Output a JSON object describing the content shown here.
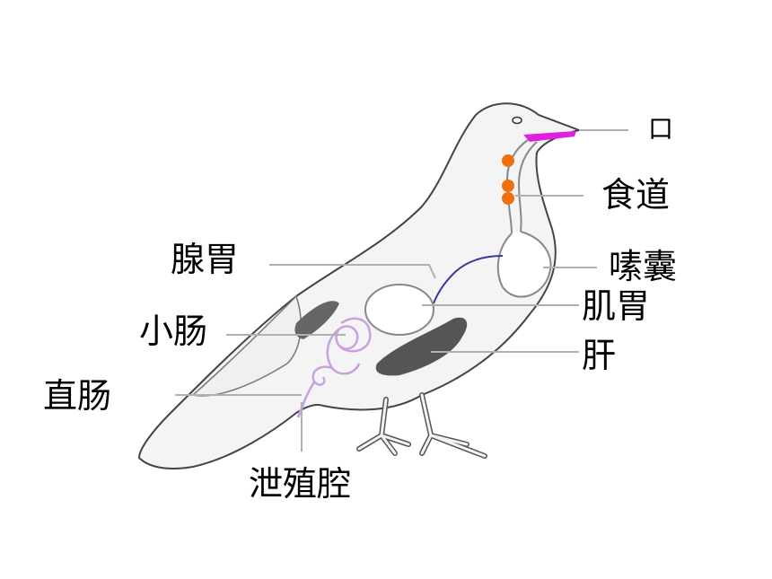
{
  "diagram": {
    "labels": {
      "mouth": "口",
      "esophagus": "食道",
      "crop": "嗉囊",
      "proventriculus": "腺胃",
      "gizzard": "肌胃",
      "small_intestine": "小肠",
      "liver": "肝",
      "rectum": "直肠",
      "cloaca": "泄殖腔"
    },
    "colors": {
      "beak_highlight": "#e020e0",
      "esophagus_dots": "#f07010",
      "intestine": "#c9a0e0",
      "tract_line": "#3a3aa0",
      "leader_line": "#b0b0b0",
      "organ_dark": "#555555",
      "outline": "#444444"
    }
  }
}
